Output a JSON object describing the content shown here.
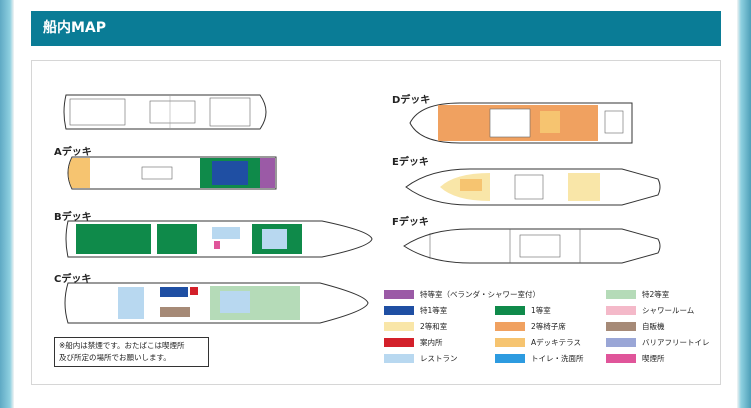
{
  "header": {
    "title": "船内MAP"
  },
  "decks": {
    "a": "Aデッキ",
    "b": "Bデッキ",
    "c": "Cデッキ",
    "d": "Dデッキ",
    "e": "Eデッキ",
    "f": "Fデッキ"
  },
  "notice": {
    "line1": "※船内は禁煙です。おたばこは喫煙所",
    "line2": "及び所定の場所でお願いします。"
  },
  "legend": [
    {
      "label": "特等室（ベランダ・シャワー室付）",
      "color": "#9b5aa6"
    },
    {
      "label": "特2等室",
      "color": "#b5dbb8"
    },
    {
      "label": "特1等室",
      "color": "#1f4fa3"
    },
    {
      "label": "1等室",
      "color": "#0f8a4a"
    },
    {
      "label": "シャワールーム",
      "color": "#f4b9c9"
    },
    {
      "label": "2等和室",
      "color": "#f9e6a8"
    },
    {
      "label": "2等椅子席",
      "color": "#f0a160"
    },
    {
      "label": "自販機",
      "color": "#a68a77"
    },
    {
      "label": "案内所",
      "color": "#d3202a"
    },
    {
      "label": "Aデッキテラス",
      "color": "#f6c470"
    },
    {
      "label": "バリアフリートイレ",
      "color": "#9aa6d6"
    },
    {
      "label": "レストラン",
      "color": "#b8d8f0"
    },
    {
      "label": "トイレ・洗面所",
      "color": "#2d9be0"
    },
    {
      "label": "喫煙所",
      "color": "#e0559a"
    }
  ]
}
